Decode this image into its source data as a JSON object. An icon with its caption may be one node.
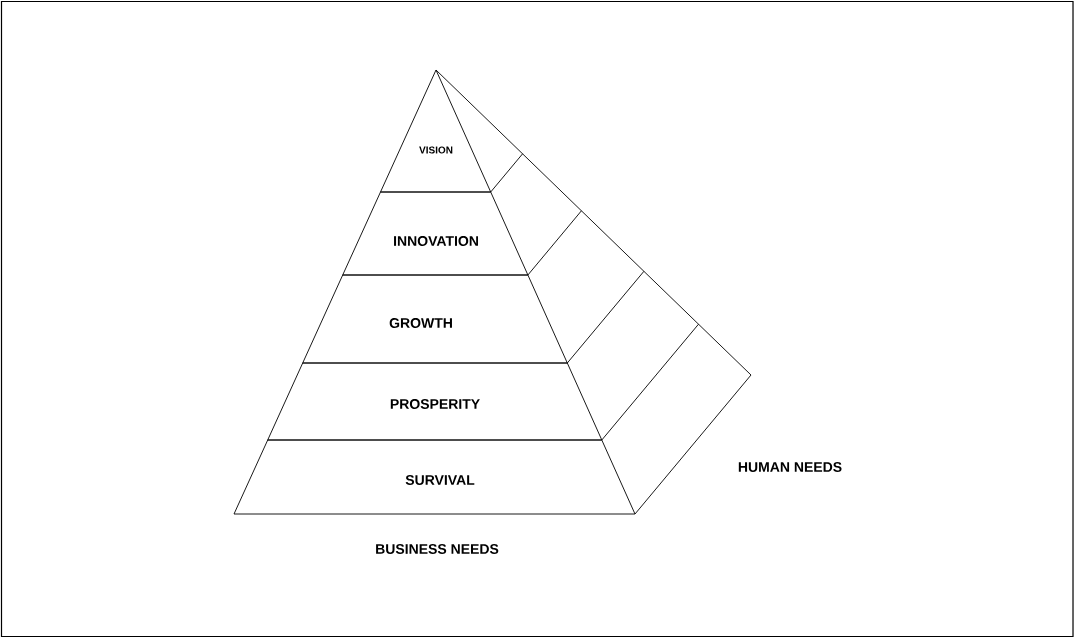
{
  "diagram": {
    "nodes": [
      {
        "text": [
          "VISION"
        ]
      },
      {
        "text": [
          "INNOVATION"
        ]
      },
      {
        "text": [
          "GROWTH"
        ]
      },
      {
        "text": [
          "PROSPERITY"
        ]
      },
      {
        "text": [
          "SURVIVAL"
        ]
      }
    ],
    "labels": [
      "HUMAN NEEDS",
      "BUSINESS NEEDS"
    ]
  }
}
